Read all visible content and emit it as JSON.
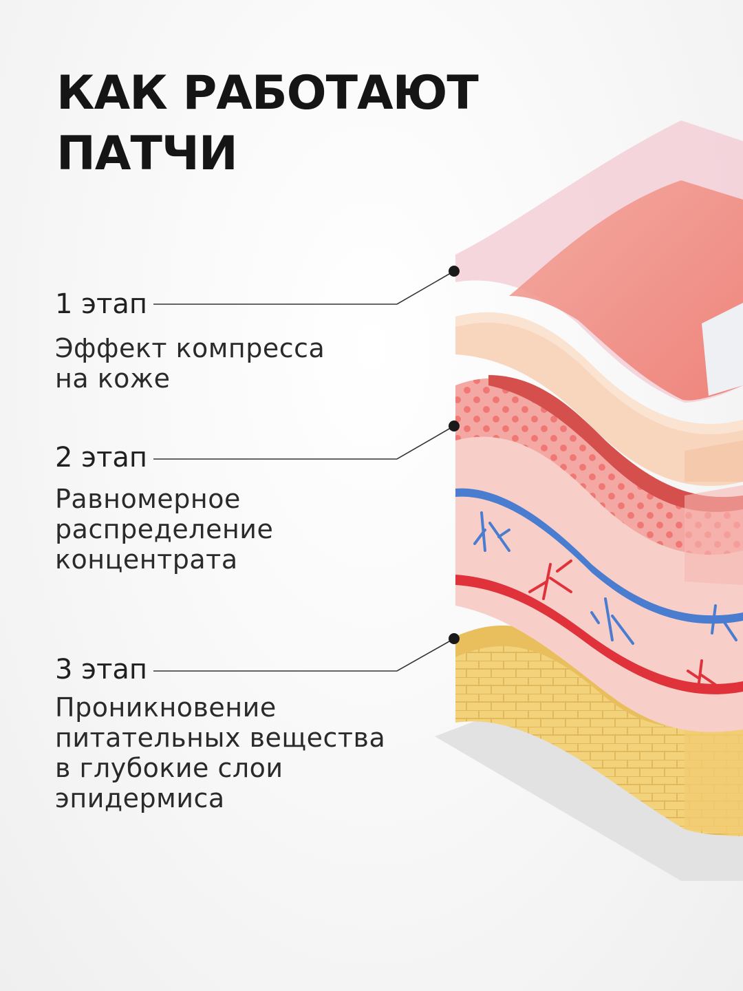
{
  "title": {
    "line1": "КАК РАБОТАЮТ",
    "line2": "ПАТЧИ"
  },
  "steps": [
    {
      "label": "1 этап",
      "description": [
        "Эффект компресса",
        "на коже"
      ]
    },
    {
      "label": "2 этап",
      "description": [
        "Равномерное",
        "распределение",
        "концентрата"
      ]
    },
    {
      "label": "3 этап",
      "description": [
        "Проникновение",
        "питательных вещества",
        "в глубокие слои",
        "эпидермиса"
      ]
    }
  ],
  "colors": {
    "patch": "#f08a80",
    "epidermis_top": "#f6c9ae",
    "dermis": "#f4a3a3",
    "dermis_dark": "#d85a55",
    "vein": "#4a7cd0",
    "artery": "#e03a3a",
    "fat": "#f0cf78",
    "leader_line": "#333333"
  }
}
